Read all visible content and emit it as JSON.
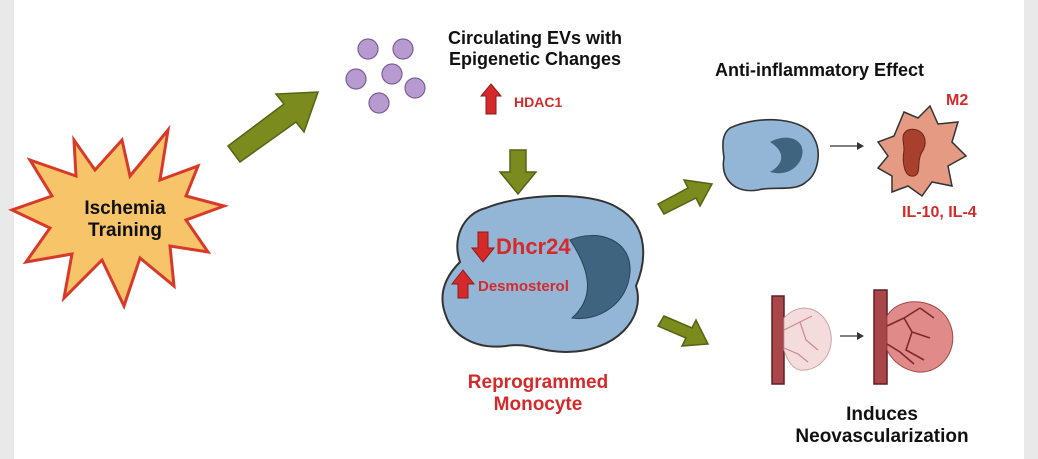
{
  "ischemia": {
    "line1": "Ischemia",
    "line2": "Training"
  },
  "evs": {
    "line1": "Circulating EVs with",
    "line2": "Epigenetic Changes",
    "hdac": "HDAC1"
  },
  "monocyte": {
    "dhcr": "Dhcr24",
    "desmo": "Desmosterol",
    "line1": "Reprogrammed",
    "line2": "Monocyte"
  },
  "antiinflam": {
    "title": "Anti-inflammatory Effect",
    "m2": "M2",
    "il": "IL-10, IL-4"
  },
  "neo": {
    "line1": "Induces",
    "line2": "Neovascularization"
  },
  "colors": {
    "background": "#f2f2f2",
    "panel": "#ffffff",
    "arrow": "#7b8b1e",
    "red": "#d42a2a",
    "cell": "#94b6d6",
    "nucleus": "#3e6480",
    "burst_fill": "#f7c46a",
    "burst_stroke": "#d83a2a",
    "vesicle": "#b79bd0",
    "m2_fill": "#e59a84",
    "m2_nucleus": "#a8402e",
    "vessel": "#a8464a"
  }
}
